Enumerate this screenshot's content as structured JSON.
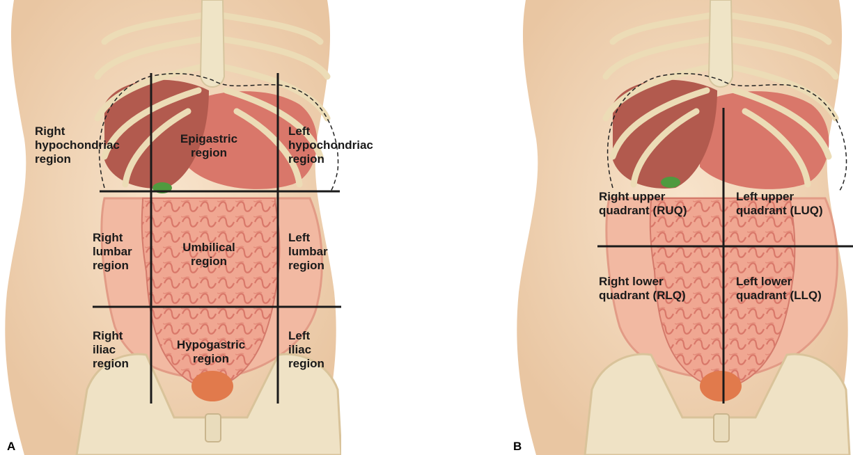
{
  "panel_a": {
    "letter": "A",
    "regions": {
      "right_hypochondriac": "Right\nhypochondriac\nregion",
      "epigastric": "Epigastric\nregion",
      "left_hypochondriac": "Left\nhypochondriac\nregion",
      "right_lumbar": "Right\nlumbar\nregion",
      "umbilical": "Umbilical\nregion",
      "left_lumbar": "Left\nlumbar\nregion",
      "right_iliac": "Right\niliac\nregion",
      "hypogastric": "Hypogastric\nregion",
      "left_iliac": "Left\niliac\nregion"
    }
  },
  "panel_b": {
    "letter": "B",
    "quadrants": {
      "ruq": "Right upper\nquadrant (RUQ)",
      "luq": "Left upper\nquadrant (LUQ)",
      "rlq": "Right lower\nquadrant (RLQ)",
      "llq": "Left lower\nquadrant (LLQ)"
    }
  },
  "colors": {
    "skin": "#f3d9bc",
    "bone": "#f1e6cc",
    "liver": "#b25a4e",
    "stomach": "#d9776a",
    "intestine": "#f0a792",
    "grid_line": "#1a1a1a"
  }
}
